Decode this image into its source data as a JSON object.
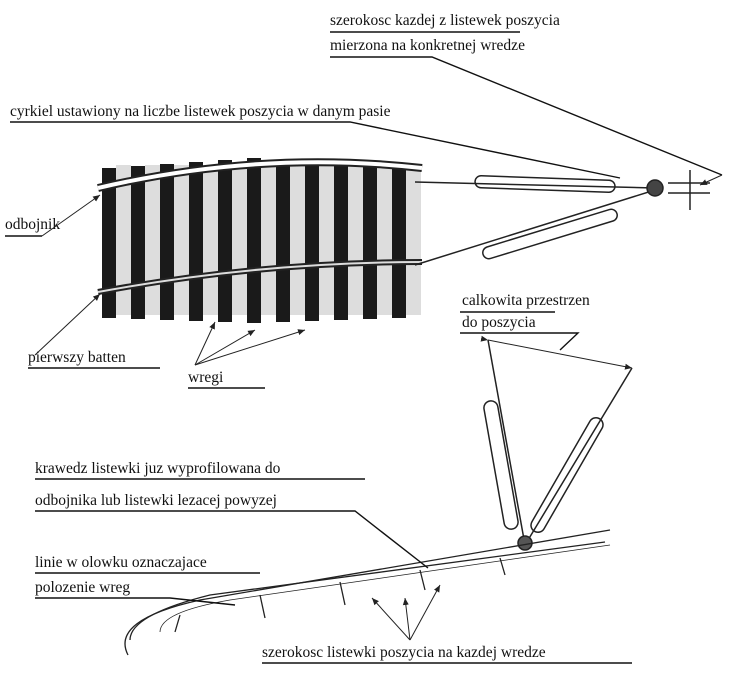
{
  "labels": {
    "strake_width_1": "szerokosc kazdej z listewek poszycia",
    "strake_width_2": "mierzona na konkretnej wredze",
    "dividers_set": "cyrkiel ustawiony na liczbe listewek poszycia w danym pasie",
    "rubbing_strake": "odbojnik",
    "first_batten": "pierwszy batten",
    "frames": "wregi",
    "total_space_1": "calkowita przestrzen",
    "total_space_2": "do poszycia",
    "edge_1": "krawedz listewki juz wyprofilowana do",
    "edge_2": "odbojnika lub listewki lezacej powyzej",
    "pencil_1": "linie w olowku oznaczajace",
    "pencil_2": "polozenie wreg",
    "plank_width": "szerokosc listewki poszycia na kazdej wredze"
  },
  "colors": {
    "ink": "#111111",
    "frame": "#1a1a1a"
  }
}
